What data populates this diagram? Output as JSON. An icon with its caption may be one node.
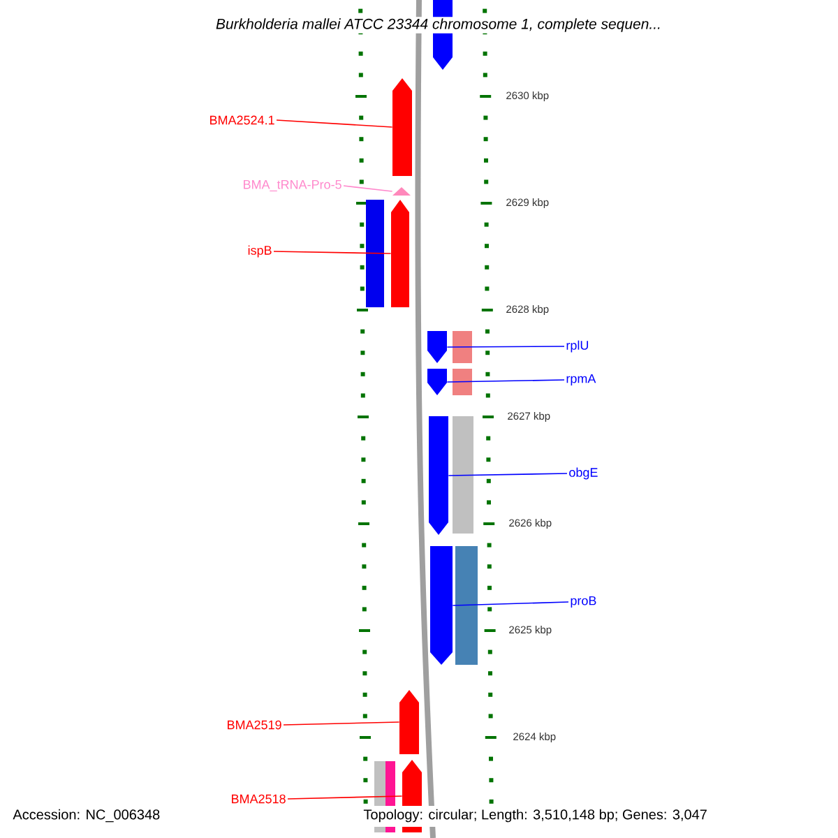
{
  "diagram": {
    "title": "Burkholderia mallei ATCC 23344 chromosome 1, complete sequen...",
    "nodes": [
      {
        "text": [
          "BMA2524.1"
        ]
      },
      {
        "text": [
          "BMA_tRNA-Pro-5"
        ]
      },
      {
        "text": [
          "ispB"
        ]
      },
      {
        "text": [
          "rplU"
        ]
      },
      {
        "text": [
          "rpmA"
        ]
      },
      {
        "text": [
          "obgE"
        ]
      },
      {
        "text": [
          "proB"
        ]
      },
      {
        "text": [
          "BMA2519"
        ]
      },
      {
        "text": [
          "BMA2518"
        ]
      },
      {
        "text": [],
        "shape": "arrow"
      },
      {
        "text": [],
        "shape": "arrow"
      },
      {
        "text": [],
        "shape": "arrow"
      },
      {
        "text": [],
        "shape": "arrow"
      },
      {
        "text": [],
        "shape": "arrow"
      },
      {
        "text": [],
        "shape": "arrow"
      },
      {
        "text": [],
        "shape": "arrow"
      },
      {
        "text": [],
        "shape": "arrow"
      },
      {
        "text": [],
        "shape": "arrow"
      },
      {
        "text": [],
        "shape": "arrow"
      },
      {
        "text": [],
        "shape": "bar"
      },
      {
        "text": [],
        "shape": "bar"
      },
      {
        "text": [],
        "shape": "bar"
      },
      {
        "text": [],
        "shape": "bar"
      },
      {
        "text": [],
        "shape": "bar"
      },
      {
        "text": [],
        "shape": "bar"
      },
      {
        "text": [],
        "shape": "bar"
      }
    ],
    "edges": [
      {
        "from": 0,
        "to": 10,
        "arrow": "none",
        "color": "#ff0000"
      },
      {
        "from": 1,
        "to": 11,
        "arrow": "none",
        "color": "#ff88cc"
      },
      {
        "from": 2,
        "to": 12,
        "arrow": "none",
        "color": "#ff0000"
      },
      {
        "from": 3,
        "to": 13,
        "arrow": "none",
        "color": "#0000ff"
      },
      {
        "from": 4,
        "to": 14,
        "arrow": "none",
        "color": "#0000ff"
      },
      {
        "from": 5,
        "to": 15,
        "arrow": "none",
        "color": "#0000ff"
      },
      {
        "from": 6,
        "to": 16,
        "arrow": "none",
        "color": "#0000ff"
      },
      {
        "from": 7,
        "to": 17,
        "arrow": "none",
        "color": "#ff0000"
      },
      {
        "from": 8,
        "to": 18,
        "arrow": "none",
        "color": "#ff0000"
      }
    ],
    "labels": [
      "2630 kbp",
      "2629 kbp",
      "2628 kbp",
      "2627 kbp",
      "2626 kbp",
      "2625 kbp",
      "2624 kbp",
      "Accession: NC_006348",
      "Topology: circular; Length: 3,510,148 bp; Genes: 3,047"
    ]
  }
}
